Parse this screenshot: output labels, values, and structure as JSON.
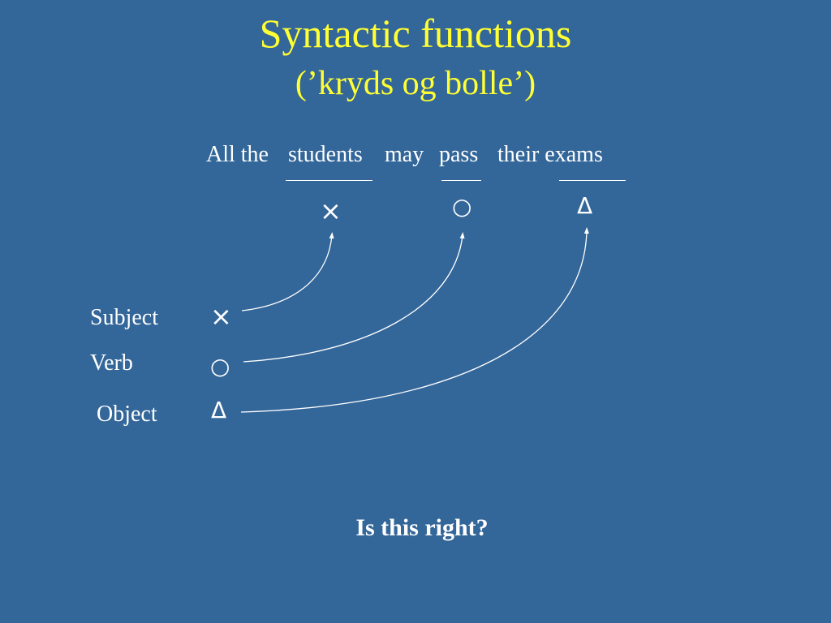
{
  "title": {
    "main": "Syntactic functions",
    "sub": "(’kryds og bolle’)"
  },
  "sentence": {
    "all_the": "All the",
    "students": "students",
    "may": "may",
    "pass": "pass",
    "their_exams": "their exams"
  },
  "markers": {
    "subject": "×",
    "verb": "○",
    "object": "Δ"
  },
  "roles": {
    "subject": "Subject",
    "verb": "Verb",
    "object": "Object"
  },
  "question": "Is this right?",
  "colors": {
    "background": "#336699",
    "title": "#ffff33",
    "text": "#ffffff"
  }
}
